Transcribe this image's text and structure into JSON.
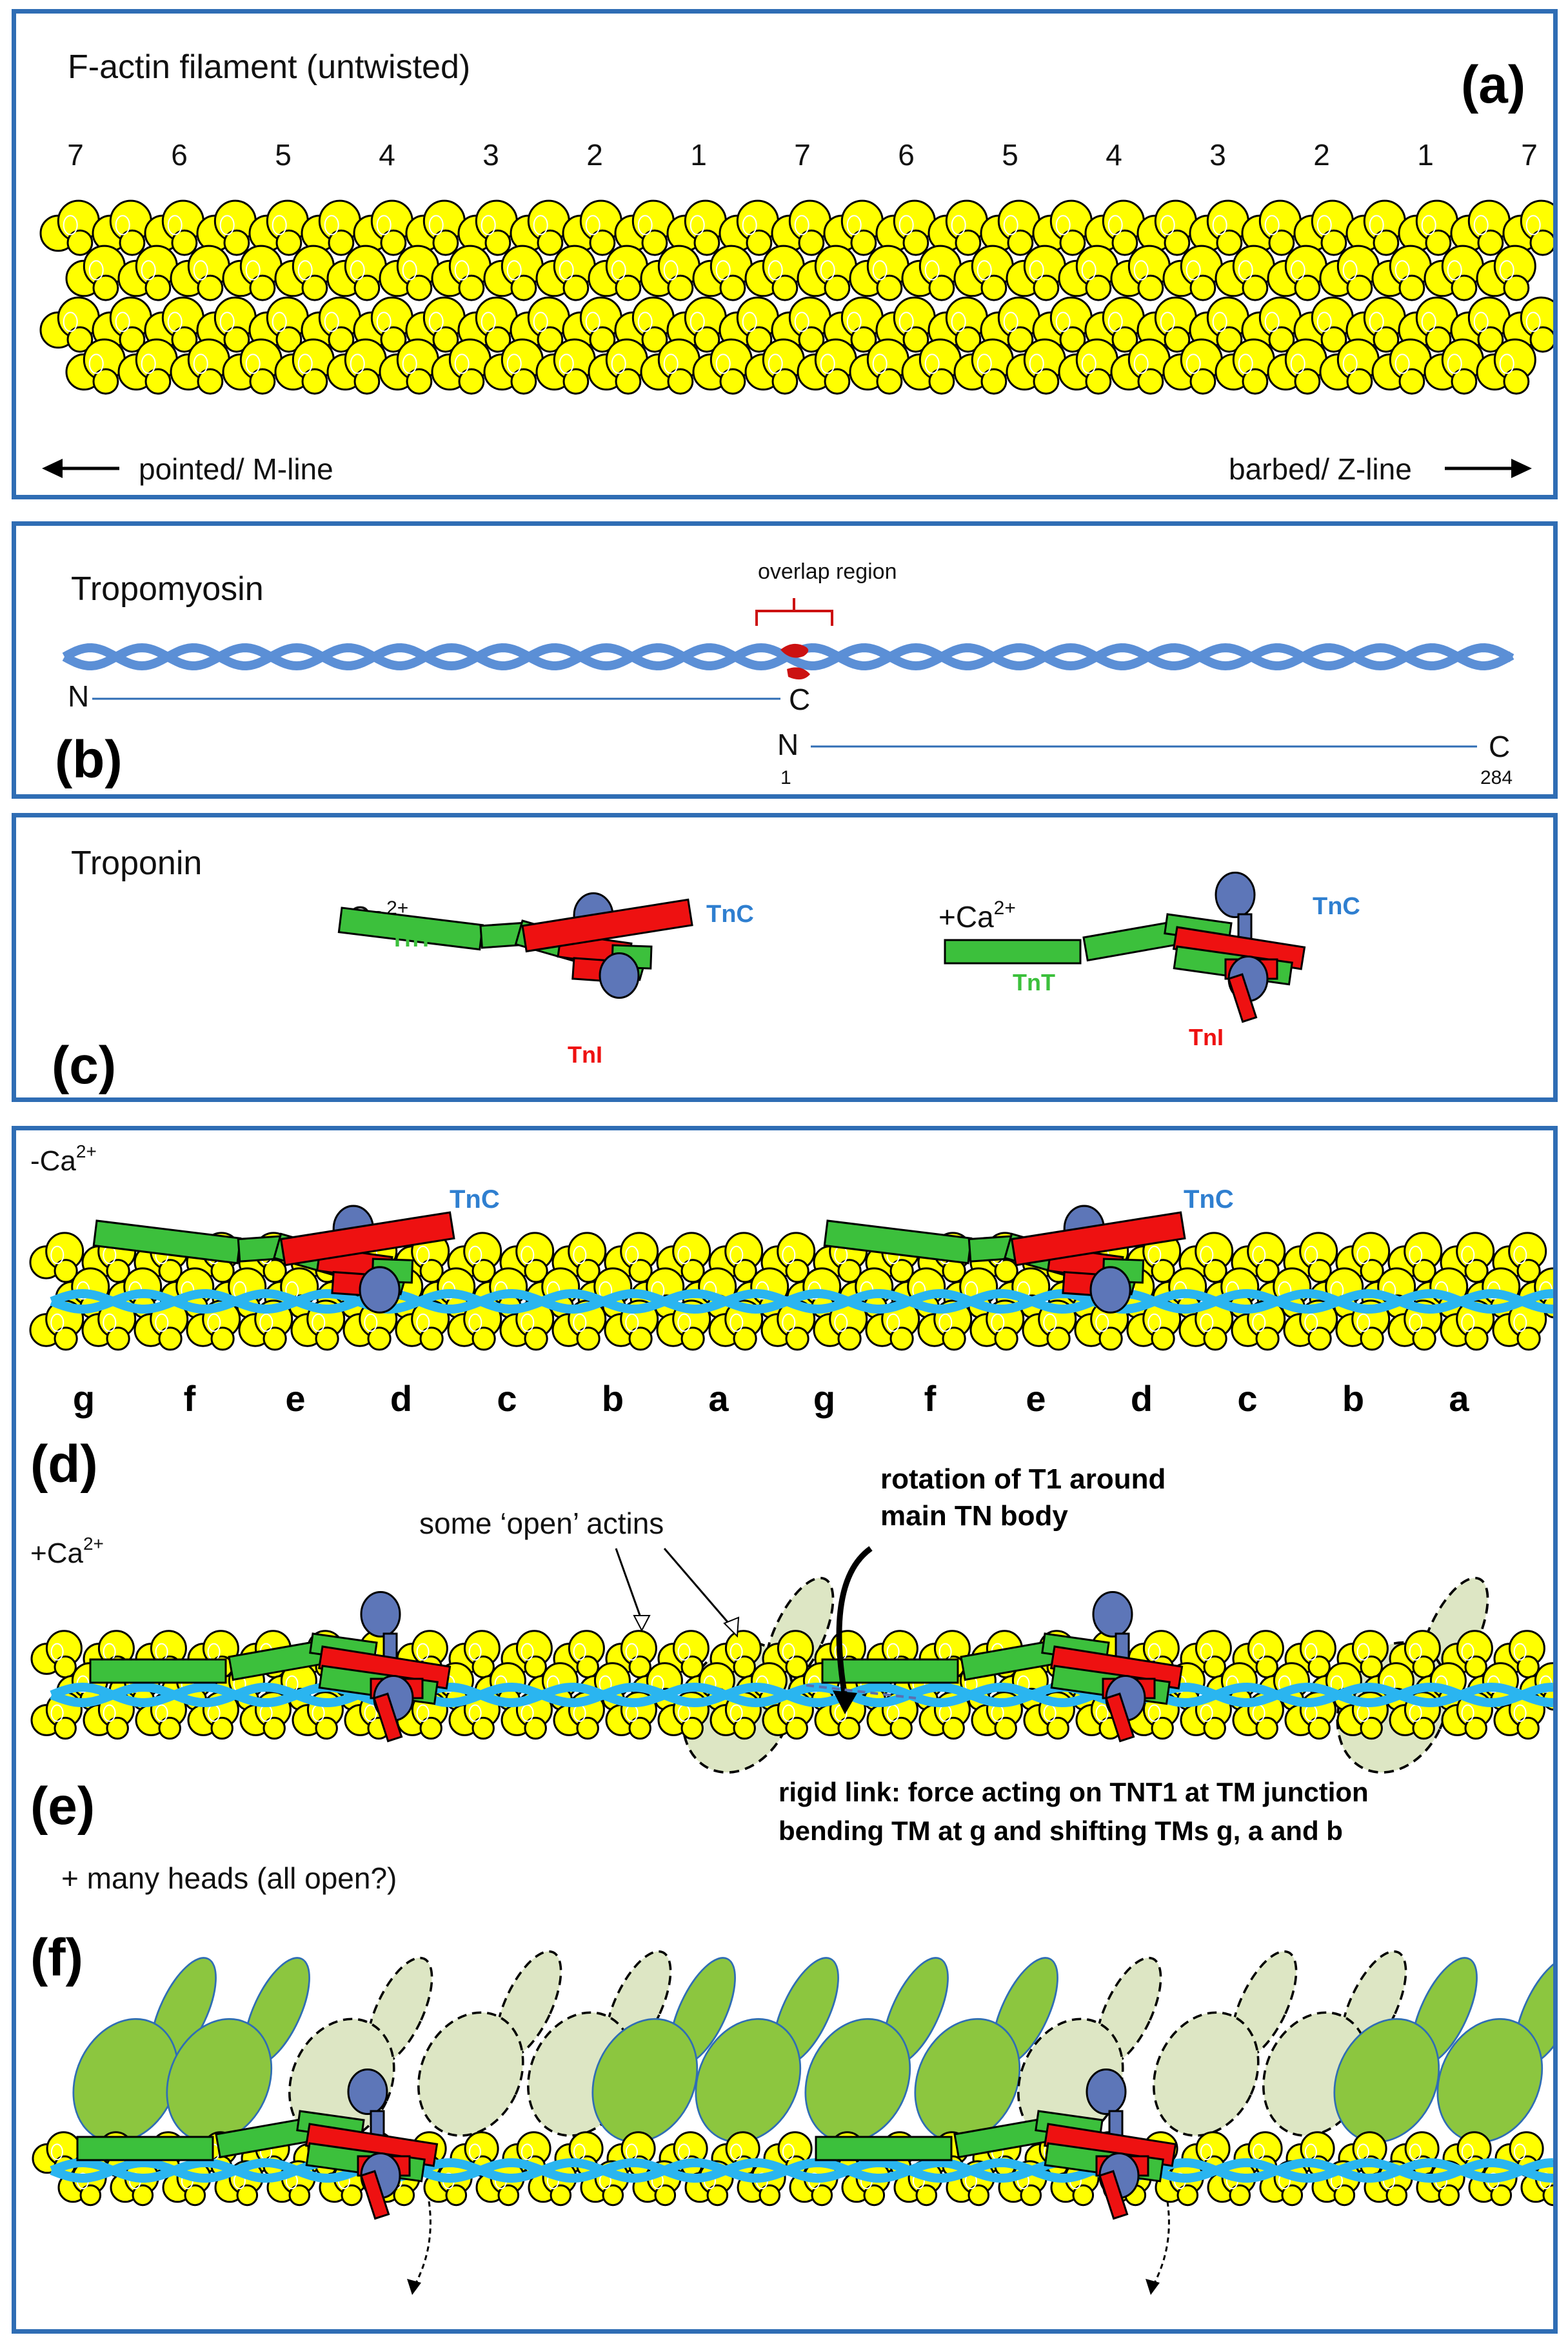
{
  "colors": {
    "panel_border": "#2f6db4",
    "actin": "#ffff00",
    "tropomyosin": "#5b8fd6",
    "tropomyosin_light": "#2ab5f0",
    "tnt": "#3cc03c",
    "tni": "#ee1111",
    "tnc": "#5d76b8",
    "tnc_label": "#2f7fd0",
    "myosin": "#8cc63f",
    "myosin_open": "#dde6c4"
  },
  "panel_a": {
    "title": "F-actin filament (untwisted)",
    "label": "(a)",
    "numbers": [
      "7",
      "6",
      "5",
      "4",
      "3",
      "2",
      "1",
      "7",
      "6",
      "5",
      "4",
      "3",
      "2",
      "1",
      "7"
    ],
    "left_arrow": "pointed/ M-line",
    "right_arrow": "barbed/ Z-line"
  },
  "panel_b": {
    "title": "Tropomyosin",
    "label": "(b)",
    "overlap": "overlap region",
    "n1": "N",
    "c1": "C",
    "n2": "N",
    "c2": "C",
    "start": "1",
    "end": "284"
  },
  "panel_c": {
    "title": "Troponin",
    "label": "(c)",
    "minus_ca": "-Ca",
    "plus_ca": "+Ca",
    "superscript": "2+",
    "tnc": "TnC",
    "tnt": "TnT",
    "tni": "TnI"
  },
  "panel_d": {
    "minus_ca": "-Ca",
    "superscript": "2+",
    "label": "(d)",
    "tnc": "TnC",
    "letters": [
      "g",
      "f",
      "e",
      "d",
      "c",
      "b",
      "a",
      "g",
      "f",
      "e",
      "d",
      "c",
      "b",
      "a"
    ]
  },
  "panel_e": {
    "plus_ca": "+Ca",
    "superscript": "2+",
    "label": "(e)",
    "open_actins": "some ‘open’ actins",
    "rotation_line1": "rotation of T1 around",
    "rotation_line2": "main TN body",
    "rigid_line1": "rigid link: force acting on TNT1 at TM junction",
    "rigid_line2": "bending TM at g and shifting TMs g, a and b"
  },
  "panel_f": {
    "heads": "+ many heads (all open?)",
    "label": "(f)"
  }
}
